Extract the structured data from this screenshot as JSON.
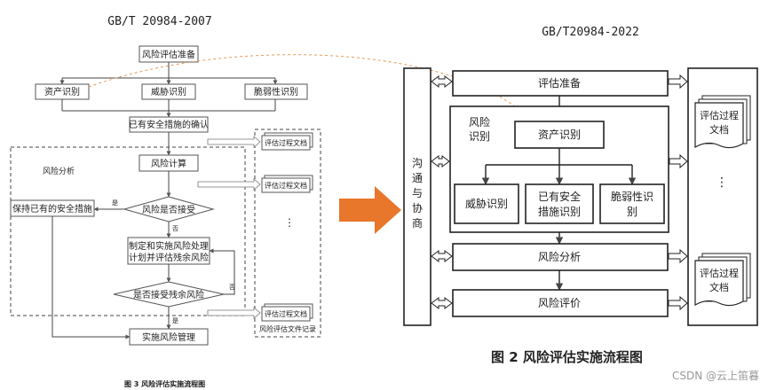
{
  "left": {
    "title": "GB/T 20984-2007",
    "caption": "图 3   风险评估实施流程图",
    "nodes": {
      "prep": "风险评估准备",
      "asset": "资产识别",
      "threat": "威胁识别",
      "vuln": "脆弱性识别",
      "measures": "已有安全措施的确认",
      "analysis_group": "风险分析",
      "calc": "风险计算",
      "accept": "风险是否接受",
      "keep": "保持已有的安全措施",
      "plan_line1": "制定和实施风险处理",
      "plan_line2": "计划并评估残余风险",
      "residual": "是否接受残余风险",
      "manage": "实施风险管理"
    },
    "edge_labels": {
      "yes1": "是",
      "no1": "否",
      "no2": "否",
      "yes2": "是"
    },
    "doc_label": "评估过程文档",
    "records_label": "风险评估文件记录"
  },
  "right": {
    "title": "GB/T20984-2022",
    "comm": [
      "沟",
      "通",
      "与",
      "协",
      "商"
    ],
    "prep": "评估准备",
    "identify_group": [
      "风险",
      "识别"
    ],
    "asset": "资产识别",
    "threat": "威胁识别",
    "measures": [
      "已有安全",
      "措施识别"
    ],
    "vuln": [
      "脆弱性识",
      "别"
    ],
    "analysis": "风险分析",
    "evaluation": "风险评价",
    "doc_label": [
      "评估过程",
      "文档"
    ],
    "caption": "图 2   风险评估实施流程图"
  },
  "watermark": "CSDN @云上笛暮",
  "colors": {
    "arrow": "#e8762b",
    "curve": "#e59a5a"
  }
}
